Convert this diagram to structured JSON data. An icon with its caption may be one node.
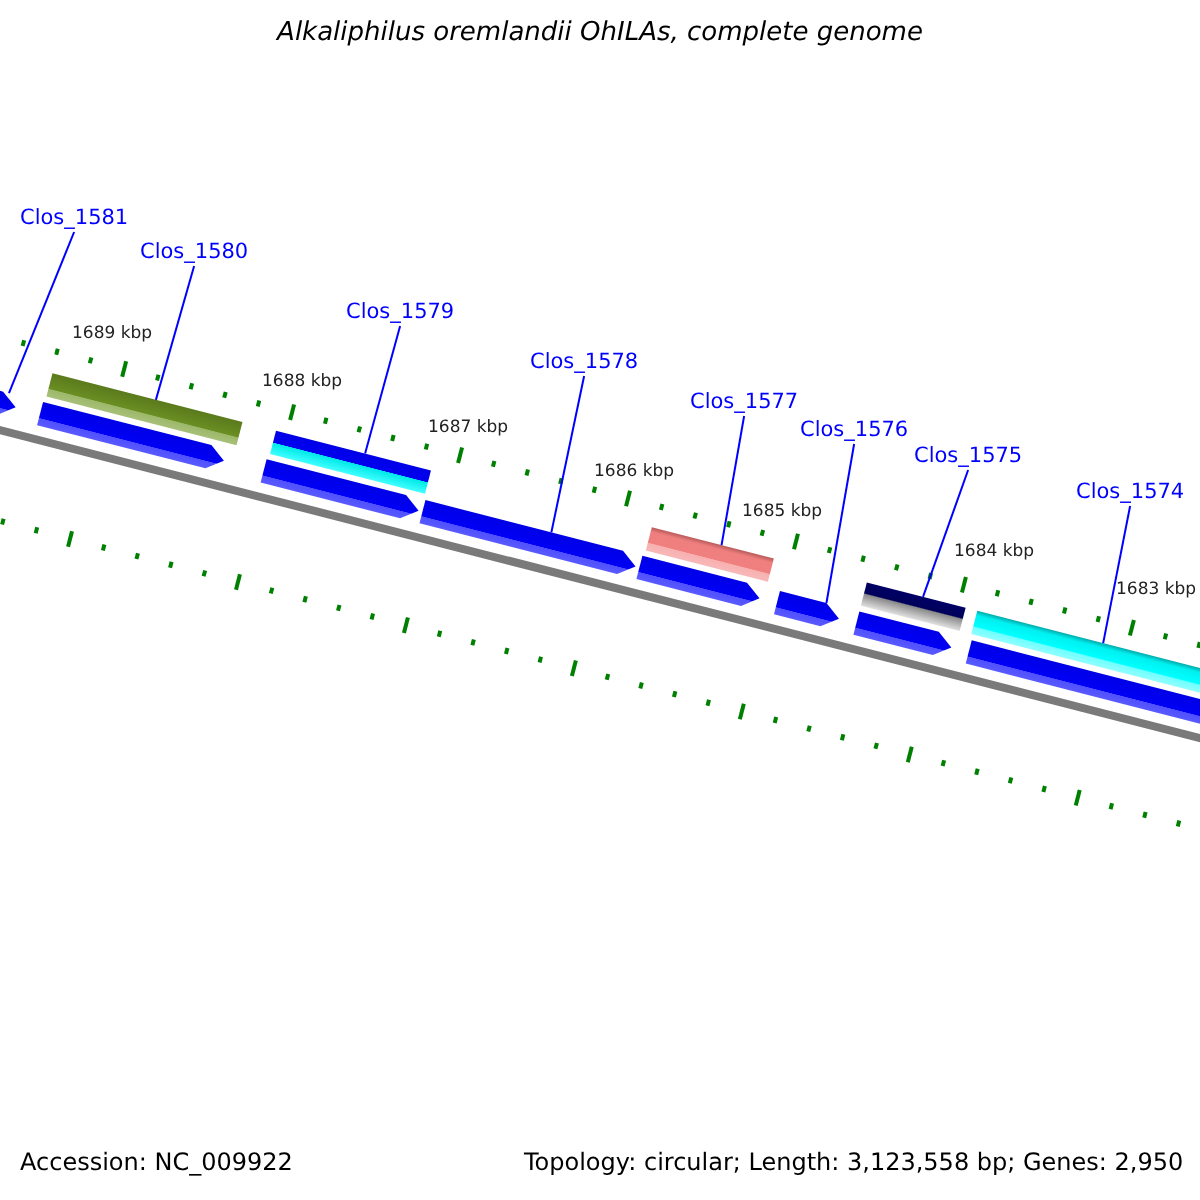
{
  "diagram": {
    "title": "Alkaliphilus oremlandii OhILAs, complete genome",
    "nodes": [
      {
        "text": [
          "Clos_1581"
        ]
      },
      {
        "text": [
          "Clos_1580"
        ]
      },
      {
        "text": [
          "Clos_1579"
        ]
      },
      {
        "text": [
          "Clos_1578"
        ]
      },
      {
        "text": [
          "Clos_1577"
        ]
      },
      {
        "text": [
          "Clos_1576"
        ]
      },
      {
        "text": [
          "Clos_1575"
        ]
      },
      {
        "text": [
          "Clos_1574"
        ]
      },
      {
        "text": [],
        "shape": "pentagon"
      },
      {
        "text": [],
        "shape": "pentagon"
      },
      {
        "text": [],
        "shape": "pentagon"
      },
      {
        "text": [],
        "shape": "pentagon"
      },
      {
        "text": [],
        "shape": "pentagon"
      },
      {
        "text": [],
        "shape": "pentagon"
      },
      {
        "text": [],
        "shape": "pentagon"
      },
      {
        "text": [],
        "shape": "pentagon"
      },
      {
        "text": [],
        "shape": "bar"
      },
      {
        "text": [],
        "shape": "bar"
      },
      {
        "text": [],
        "shape": "bar"
      },
      {
        "text": [],
        "shape": "bar"
      },
      {
        "text": [],
        "shape": "bar"
      }
    ],
    "edges": [
      {
        "from": 0,
        "to": 8,
        "arrow": "none"
      },
      {
        "from": 1,
        "to": 16,
        "arrow": "none"
      },
      {
        "from": 2,
        "to": 17,
        "arrow": "none"
      },
      {
        "from": 3,
        "to": 11,
        "arrow": "none"
      },
      {
        "from": 4,
        "to": 18,
        "arrow": "none"
      },
      {
        "from": 5,
        "to": 13,
        "arrow": "none"
      },
      {
        "from": 6,
        "to": 19,
        "arrow": "none"
      },
      {
        "from": 7,
        "to": 20,
        "arrow": "none"
      }
    ],
    "labels": [
      "1689 kbp",
      "1688 kbp",
      "1687 kbp",
      "1686 kbp",
      "1685 kbp",
      "1684 kbp",
      "1683 kbp",
      "Accession: NC_009922",
      "Topology: circular; Length: 3,123,558 bp; Genes: 2,950"
    ]
  }
}
